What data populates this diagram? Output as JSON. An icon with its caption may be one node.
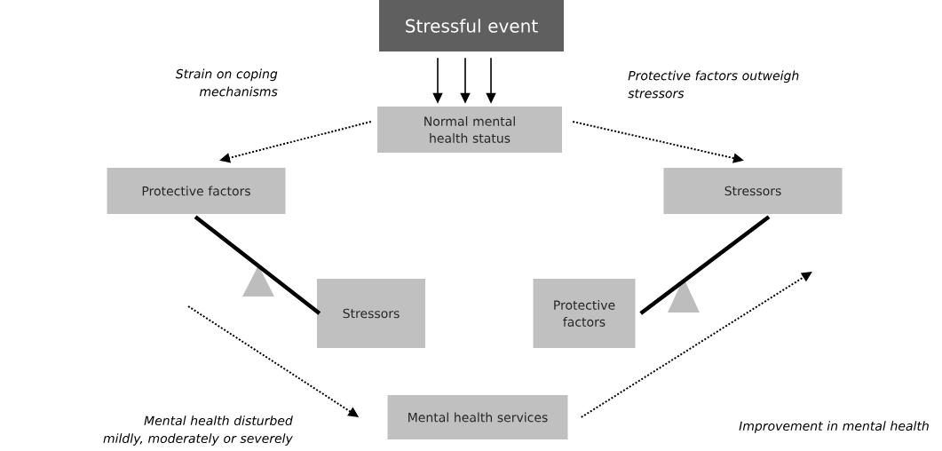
{
  "diagram": {
    "nodes": [
      {
        "text": [
          "Stressful event"
        ]
      },
      {
        "text": [
          "Normal mental health status"
        ]
      },
      {
        "text": [
          "Protective factors"
        ]
      },
      {
        "text": [
          "Stressors"
        ]
      },
      {
        "text": [
          "Stressors"
        ]
      },
      {
        "text": [
          "Protective factors"
        ]
      },
      {
        "text": [
          "Mental health services"
        ]
      }
    ],
    "edges": [
      {
        "from": 0,
        "to": 1,
        "arrow": "to"
      },
      {
        "from": 0,
        "to": 1,
        "arrow": "to"
      },
      {
        "from": 0,
        "to": 1,
        "arrow": "to"
      },
      {
        "from": 1,
        "to": 2,
        "arrow": "to",
        "style": "dashed"
      },
      {
        "from": 1,
        "to": 3,
        "arrow": "to",
        "style": "dashed"
      },
      {
        "from": 2,
        "to": 4,
        "arrow": "none",
        "style": "thick"
      },
      {
        "from": 3,
        "to": 5,
        "arrow": "none",
        "style": "thick"
      },
      {
        "from": null,
        "to": 6,
        "arrow": "to",
        "style": "dashed"
      },
      {
        "from": 6,
        "to": null,
        "arrow": "to",
        "style": "dashed"
      }
    ],
    "labels": [
      "Strain on coping mechanisms",
      "Protective factors outweigh stressors",
      "Mental health disturbed mildly, moderately or severely",
      "Improvement in mental health"
    ]
  }
}
